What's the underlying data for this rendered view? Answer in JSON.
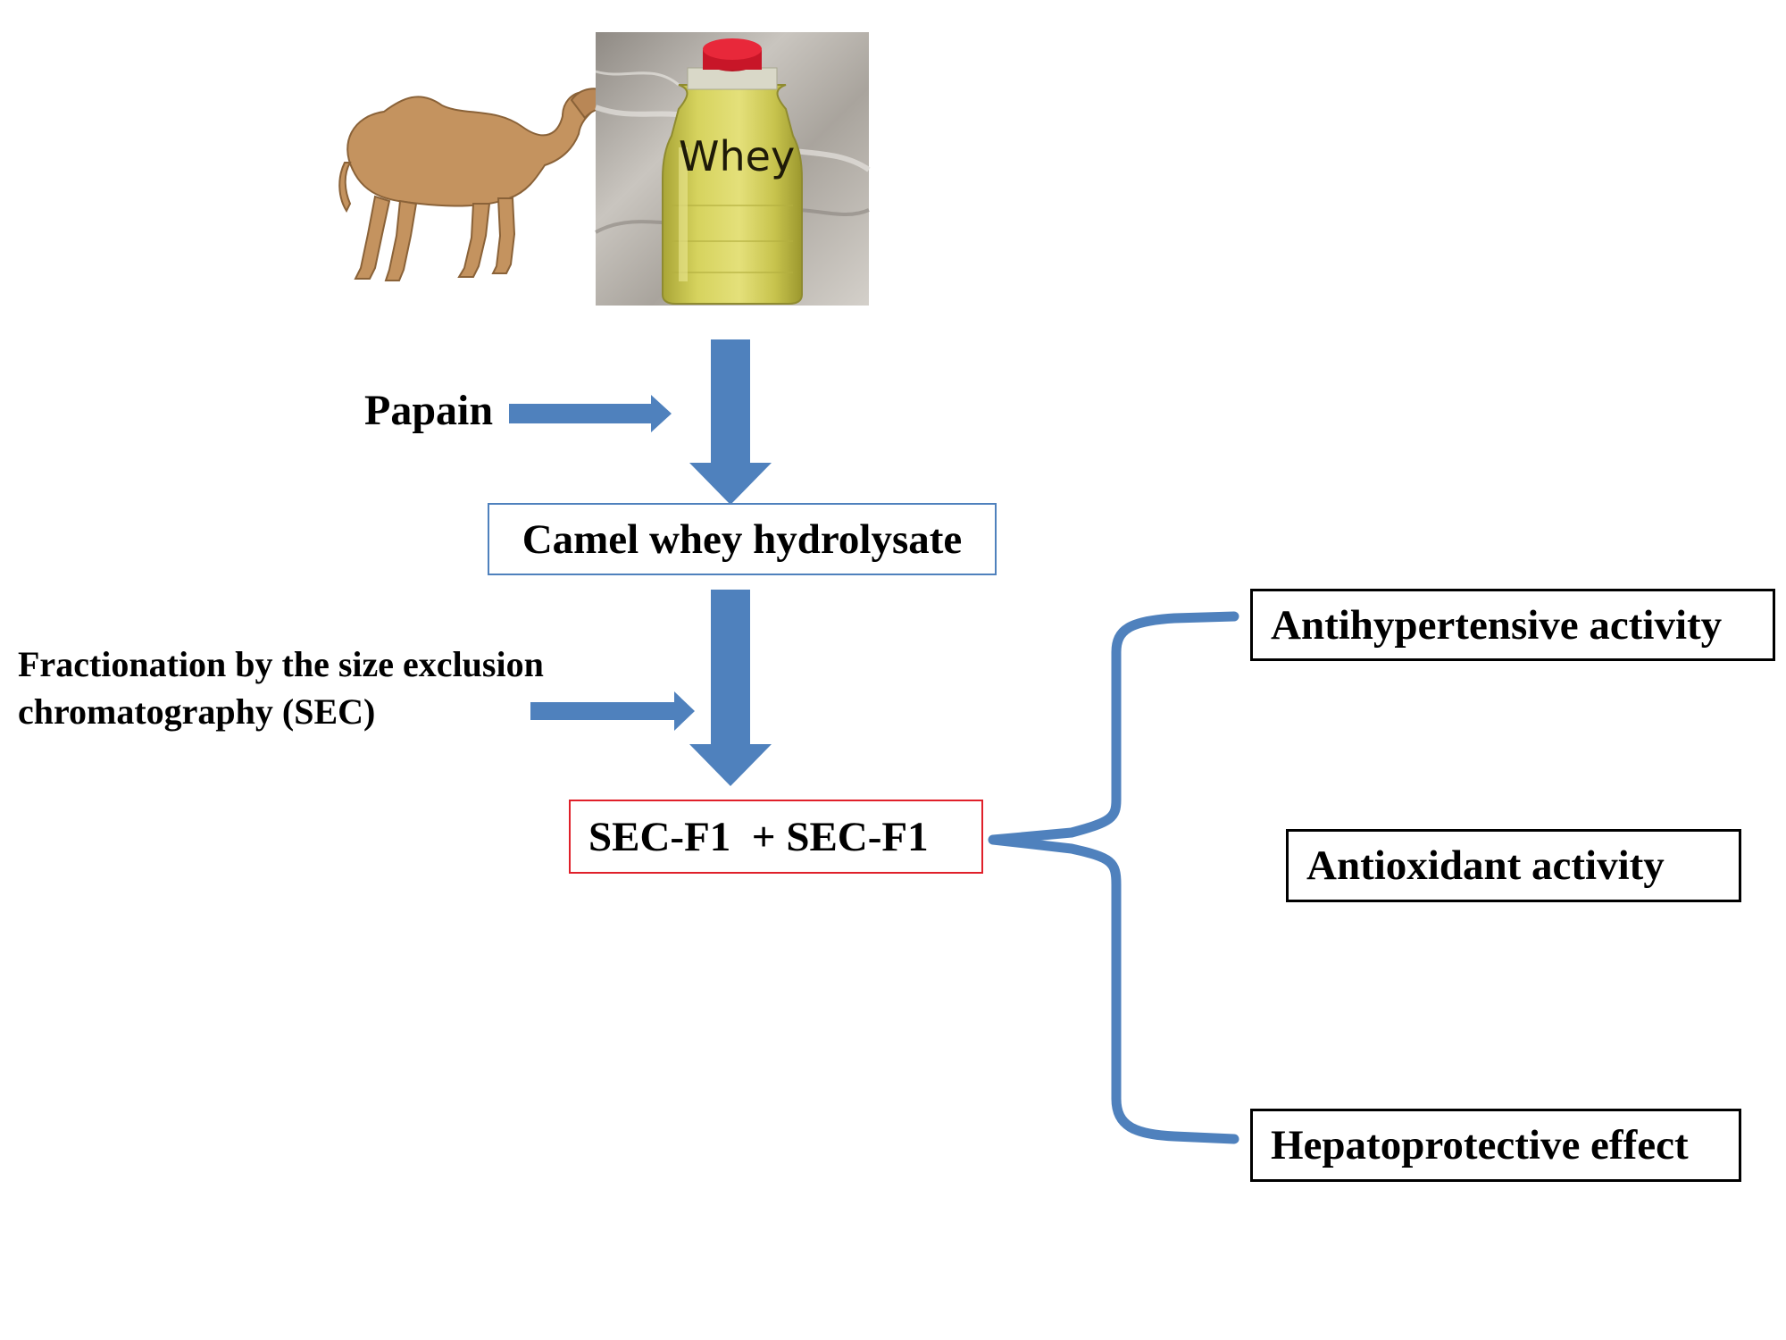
{
  "source": {
    "bottle_label": "Whey"
  },
  "steps": {
    "enzyme_label": "Papain",
    "hydrolysate_label": "Camel whey hydrolysate",
    "fractionation_label_line1": "Fractionation by the size exclusion",
    "fractionation_label_line2": "chromatography (SEC)",
    "fractions_label": "SEC-F1  + SEC-F1"
  },
  "outcomes": [
    {
      "label": "Antihypertensive activity"
    },
    {
      "label": "Antioxidant activity"
    },
    {
      "label": "Hepatoprotective effect"
    }
  ],
  "colors": {
    "arrow": "#4f81bd",
    "hydrolysate_border": "#4f81bd",
    "fractions_border": "#e0202a",
    "outcome_border": "#000000"
  }
}
